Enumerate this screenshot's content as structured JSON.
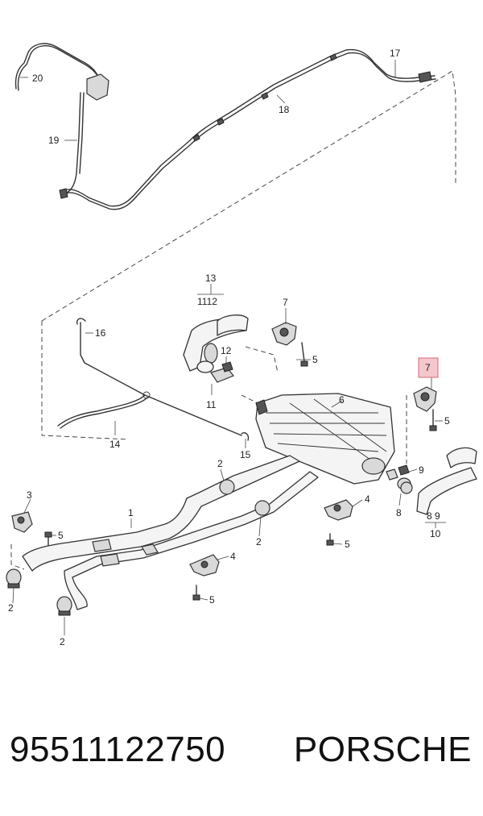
{
  "diagram": {
    "callouts": [
      "1",
      "2",
      "3",
      "4",
      "5",
      "6",
      "7",
      "8",
      "9",
      "10",
      "11",
      "12",
      "13",
      "14",
      "15",
      "16",
      "17",
      "18",
      "19",
      "20"
    ],
    "group_labels": {
      "g13": "1112",
      "g10": "8 9"
    },
    "highlighted_callout": "7",
    "highlight_color": "#f4c7cc"
  },
  "footer": {
    "part_number": "95511122750",
    "brand": "PORSCHE"
  }
}
